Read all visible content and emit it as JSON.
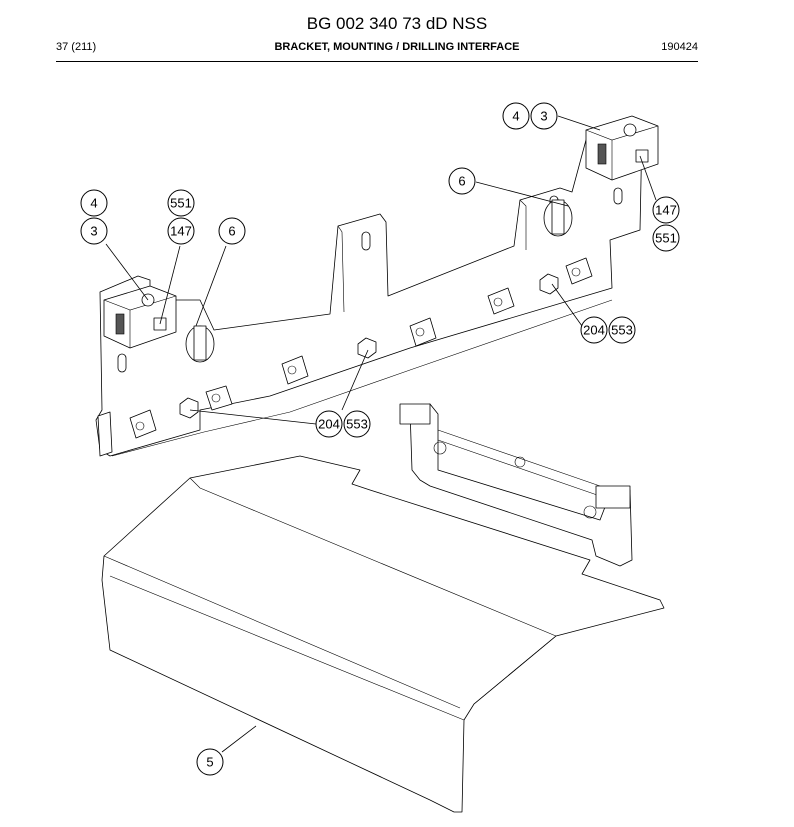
{
  "header": {
    "doc_title": "BG 002 340 73 dD NSS",
    "page": "37 (211)",
    "subtitle": "BRACKET, MOUNTING / DRILLING INTERFACE",
    "date": "190424"
  },
  "callouts": {
    "c_4_top": "4",
    "c_3_top": "3",
    "c_6_right": "6",
    "c_147_right": "147",
    "c_551_right": "551",
    "c_204_right": "204",
    "c_553_right": "553",
    "c_4_left": "4",
    "c_3_left": "3",
    "c_551_left": "551",
    "c_147_left": "147",
    "c_6_left": "6",
    "c_204_mid": "204",
    "c_553_mid": "553",
    "c_5": "5"
  }
}
